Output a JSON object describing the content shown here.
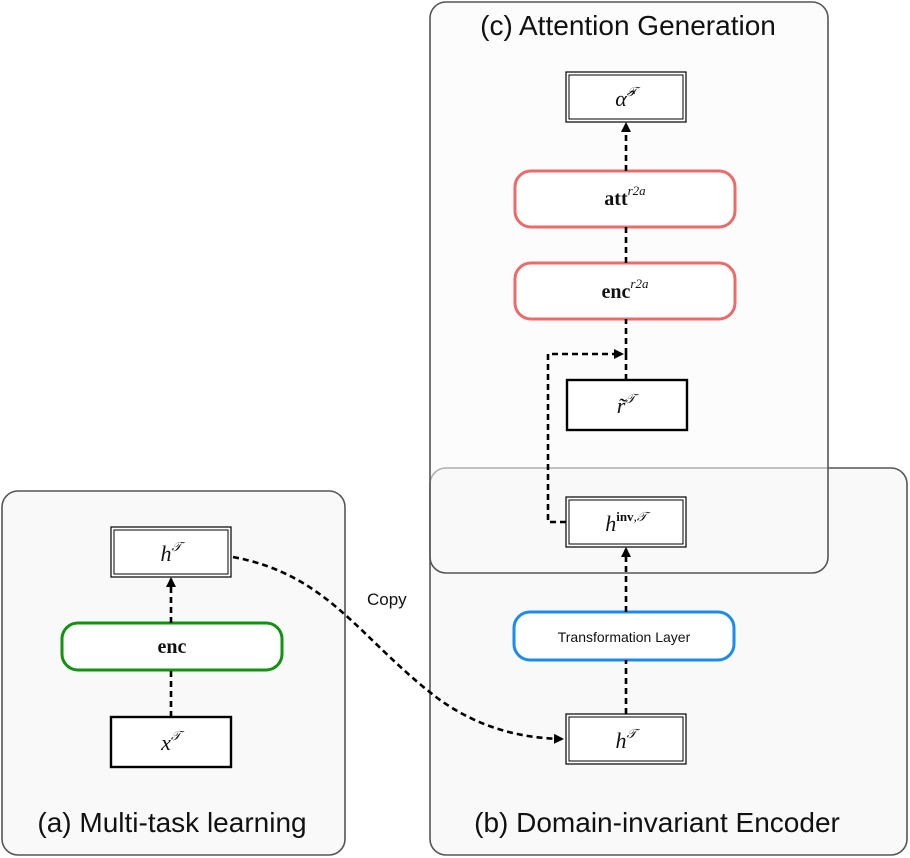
{
  "panels": {
    "a": {
      "title": "(a) Multi-task learning"
    },
    "b": {
      "title": "(b) Domain-invariant Encoder"
    },
    "c": {
      "title": "(c) Attention Generation"
    }
  },
  "nodes": {
    "a_x": {
      "base": "x",
      "sup": "𝒯"
    },
    "a_enc": {
      "label": "enc"
    },
    "a_h": {
      "base": "h",
      "sup": "𝒯"
    },
    "b_h": {
      "base": "h",
      "sup": "𝒯"
    },
    "b_transform": {
      "label": "Transformation Layer"
    },
    "b_hinv": {
      "base": "h",
      "sup_bold": "inv",
      "sup_rest": ",𝒯"
    },
    "c_rtilde": {
      "base": "r̃",
      "sup": "𝒯"
    },
    "c_enc": {
      "label": "enc",
      "sup": "r2a"
    },
    "c_att": {
      "label": "att",
      "sup": "r2a"
    },
    "c_alpha": {
      "base": "α̂",
      "sup": "𝒯"
    }
  },
  "edges": {
    "copy_label": "Copy"
  },
  "colors": {
    "enc_green": "#139113",
    "transform_blue": "#1a8cf0",
    "r2a_red": "#ec6a6a",
    "panel_fill": "#f9f9f9",
    "panel_stroke": "#555555"
  }
}
